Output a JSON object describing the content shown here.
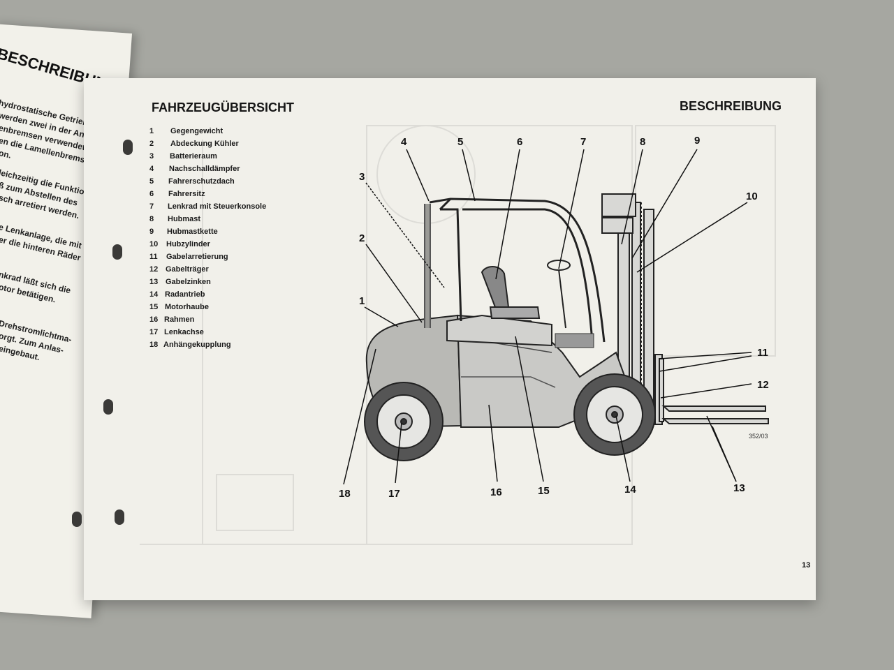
{
  "left_page": {
    "heading": "BESCHREIBUNG",
    "lines": [
      "hydrostatische Getriebe",
      "werden zwei in der An-",
      "enbremsen verwendet.",
      "en die Lamellenbremsen",
      "on.",
      "leichzeitig die Funktion",
      "ß zum Abstellen des",
      "sch arretiert werden.",
      "e Lenkanlage, die mit",
      "er die hinteren Räder",
      "nkrad läßt sich die",
      "otor betätigen.",
      "Drehstromlichtma-",
      "orgt. Zum Anlas-",
      "eingebaut."
    ]
  },
  "page": {
    "section_title": "FAHRZEUGÜBERSICHT",
    "chapter_title": "BESCHREIBUNG",
    "page_number": "13",
    "figure_id": "352/03"
  },
  "legend": [
    {
      "num": "1",
      "label": "Gegengewicht"
    },
    {
      "num": "2",
      "label": "Abdeckung Kühler"
    },
    {
      "num": "3",
      "label": "Batterieraum"
    },
    {
      "num": "4",
      "label": "Nachschalldämpfer"
    },
    {
      "num": "5",
      "label": "Fahrerschutzdach"
    },
    {
      "num": "6",
      "label": "Fahrersitz"
    },
    {
      "num": "7",
      "label": "Lenkrad mit Steuerkonsole"
    },
    {
      "num": "8",
      "label": "Hubmast"
    },
    {
      "num": "9",
      "label": "Hubmastkette"
    },
    {
      "num": "10",
      "label": "Hubzylinder"
    },
    {
      "num": "11",
      "label": "Gabelarretierung"
    },
    {
      "num": "12",
      "label": "Gabelträger"
    },
    {
      "num": "13",
      "label": "Gabelzinken"
    },
    {
      "num": "14",
      "label": "Radantrieb"
    },
    {
      "num": "15",
      "label": "Motorhaube"
    },
    {
      "num": "16",
      "label": "Rahmen"
    },
    {
      "num": "17",
      "label": "Lenkachse"
    },
    {
      "num": "18",
      "label": "Anhängekupplung"
    }
  ],
  "callouts": [
    "1",
    "2",
    "3",
    "4",
    "5",
    "6",
    "7",
    "8",
    "9",
    "10",
    "11",
    "12",
    "13",
    "14",
    "15",
    "16",
    "17",
    "18"
  ],
  "colors": {
    "paper": "#f1f0ea",
    "background": "#a6a7a1",
    "ink": "#161616",
    "body_fill": "#c9c9c6"
  }
}
